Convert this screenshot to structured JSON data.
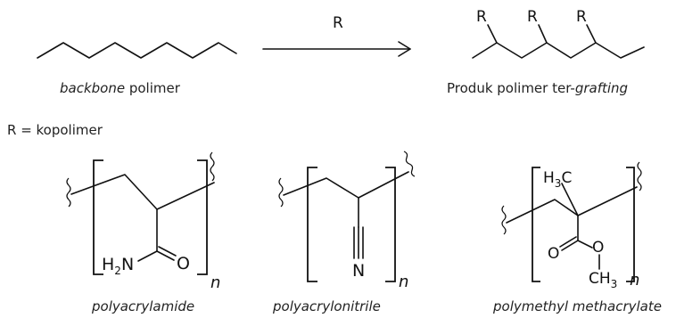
{
  "top": {
    "arrow_label": "R",
    "backbone_label_italic": "backbone",
    "backbone_label_rest": " polimer",
    "product_label_prefix": "Produk polimer ter-",
    "product_label_italic": "grafting",
    "branch_labels": [
      "R",
      "R",
      "R"
    ]
  },
  "definition": "R = kopolimer",
  "structures": [
    {
      "name": "polyacrylamide",
      "atoms": {
        "amine": "H",
        "amine_sub": "2",
        "amine_N": "N",
        "oxygen": "O"
      },
      "repeat": "n"
    },
    {
      "name": "polyacrylonitrile",
      "atoms": {
        "nitrogen": "N"
      },
      "repeat": "n"
    },
    {
      "name": "polymethyl methacrylate",
      "atoms": {
        "methyl_H": "H",
        "methyl_sub": "3",
        "methyl_C": "C",
        "carbonyl_O": "O",
        "ester_O": "O",
        "ester_CH": "CH",
        "ester_sub": "3"
      },
      "repeat": "n"
    }
  ]
}
